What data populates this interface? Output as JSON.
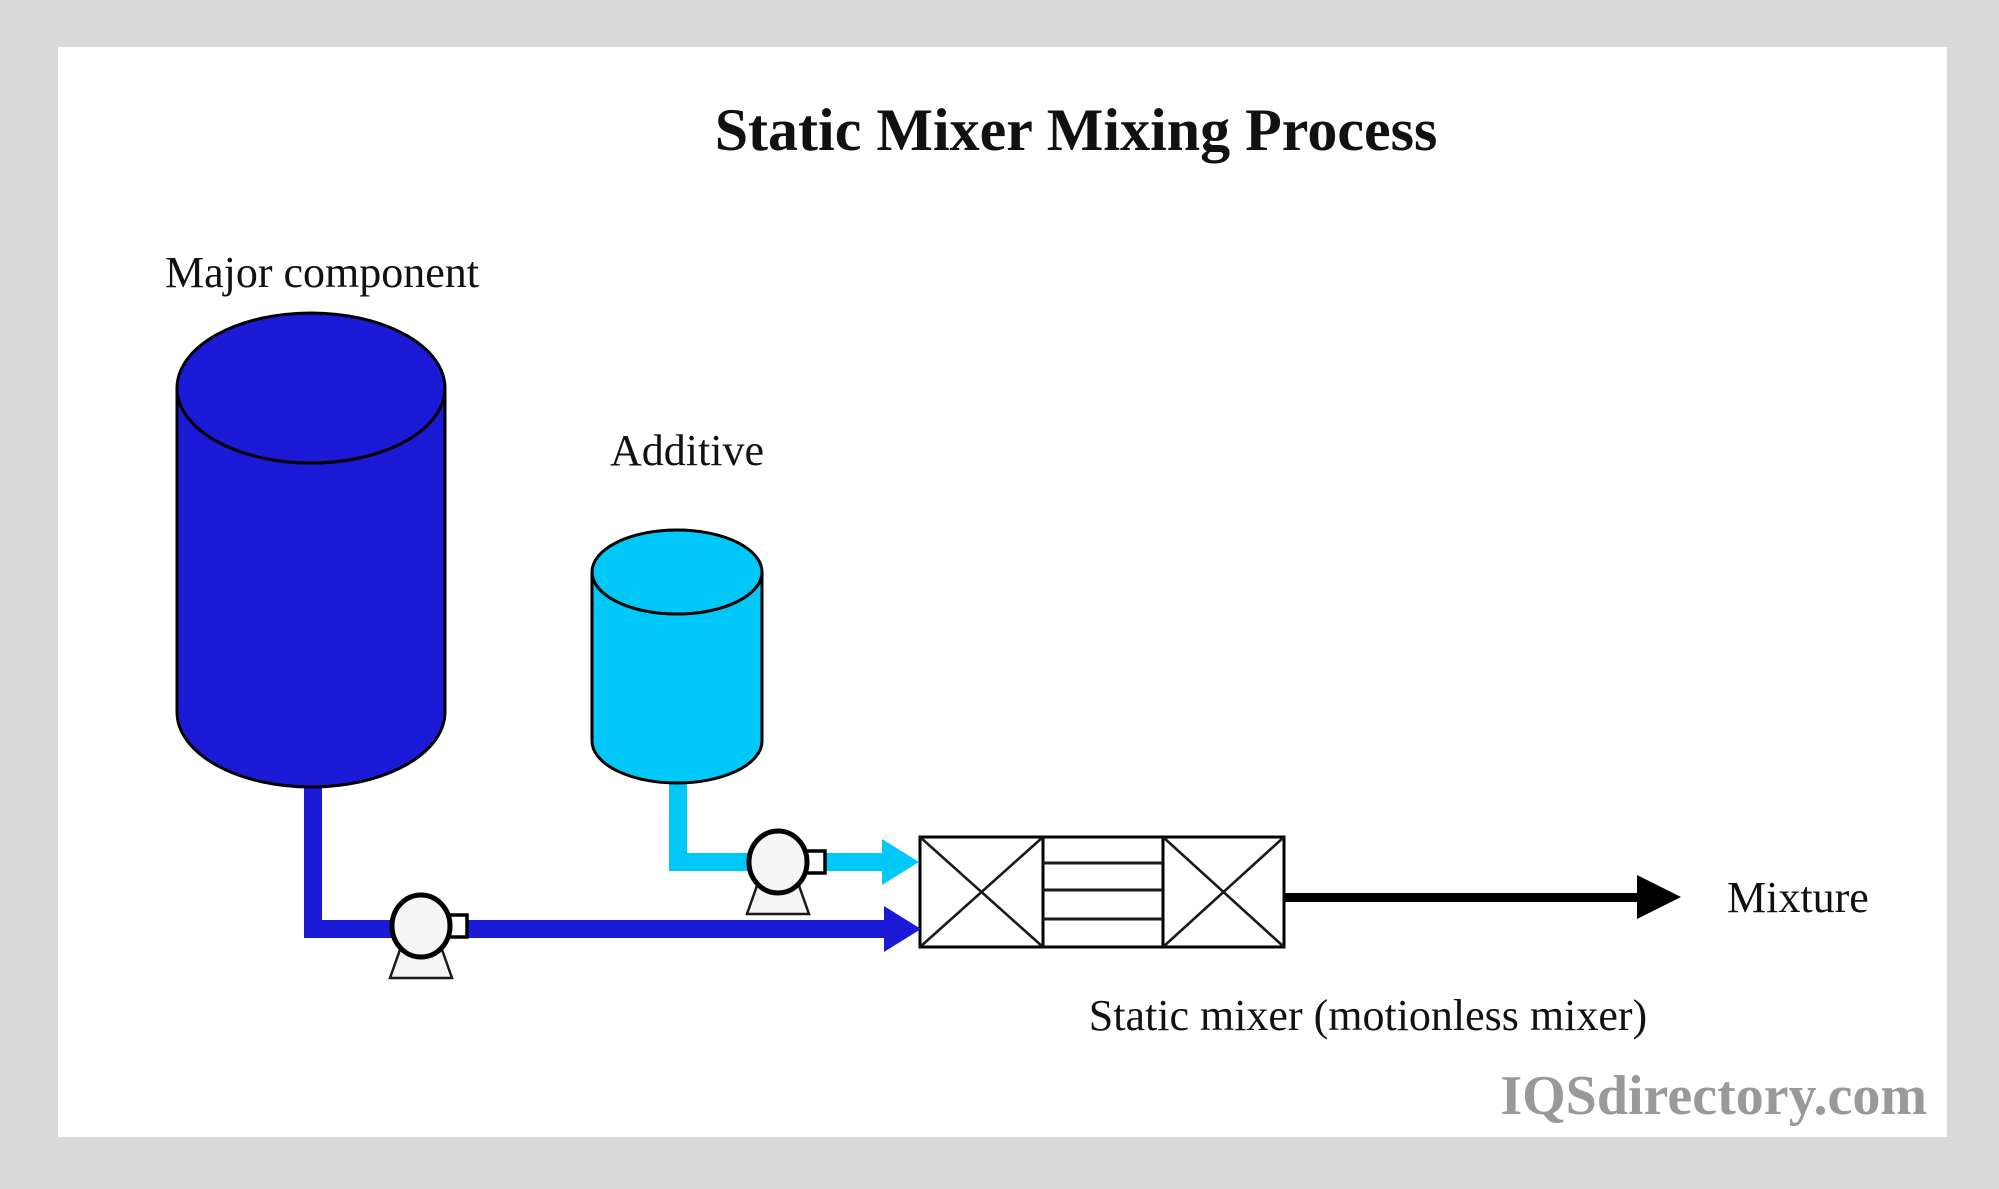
{
  "header": {
    "title": "Static Mixer Mixing Process"
  },
  "tanks": {
    "major": {
      "label": "Major component"
    },
    "additive": {
      "label": "Additive"
    }
  },
  "mixer": {
    "label": "Static mixer (motionless mixer)"
  },
  "output": {
    "label": "Mixture"
  },
  "watermark": {
    "text": "IQSdirectory.com"
  },
  "colors": {
    "frame_bg": "#d9d9d9",
    "canvas_bg": "#ffffff",
    "major_fluid": "#1b1bd7",
    "additive_fluid": "#00c8f8",
    "outline": "#000000",
    "output_line": "#000000",
    "pump_fill": "#f5f5f5",
    "watermark": "#999999"
  }
}
